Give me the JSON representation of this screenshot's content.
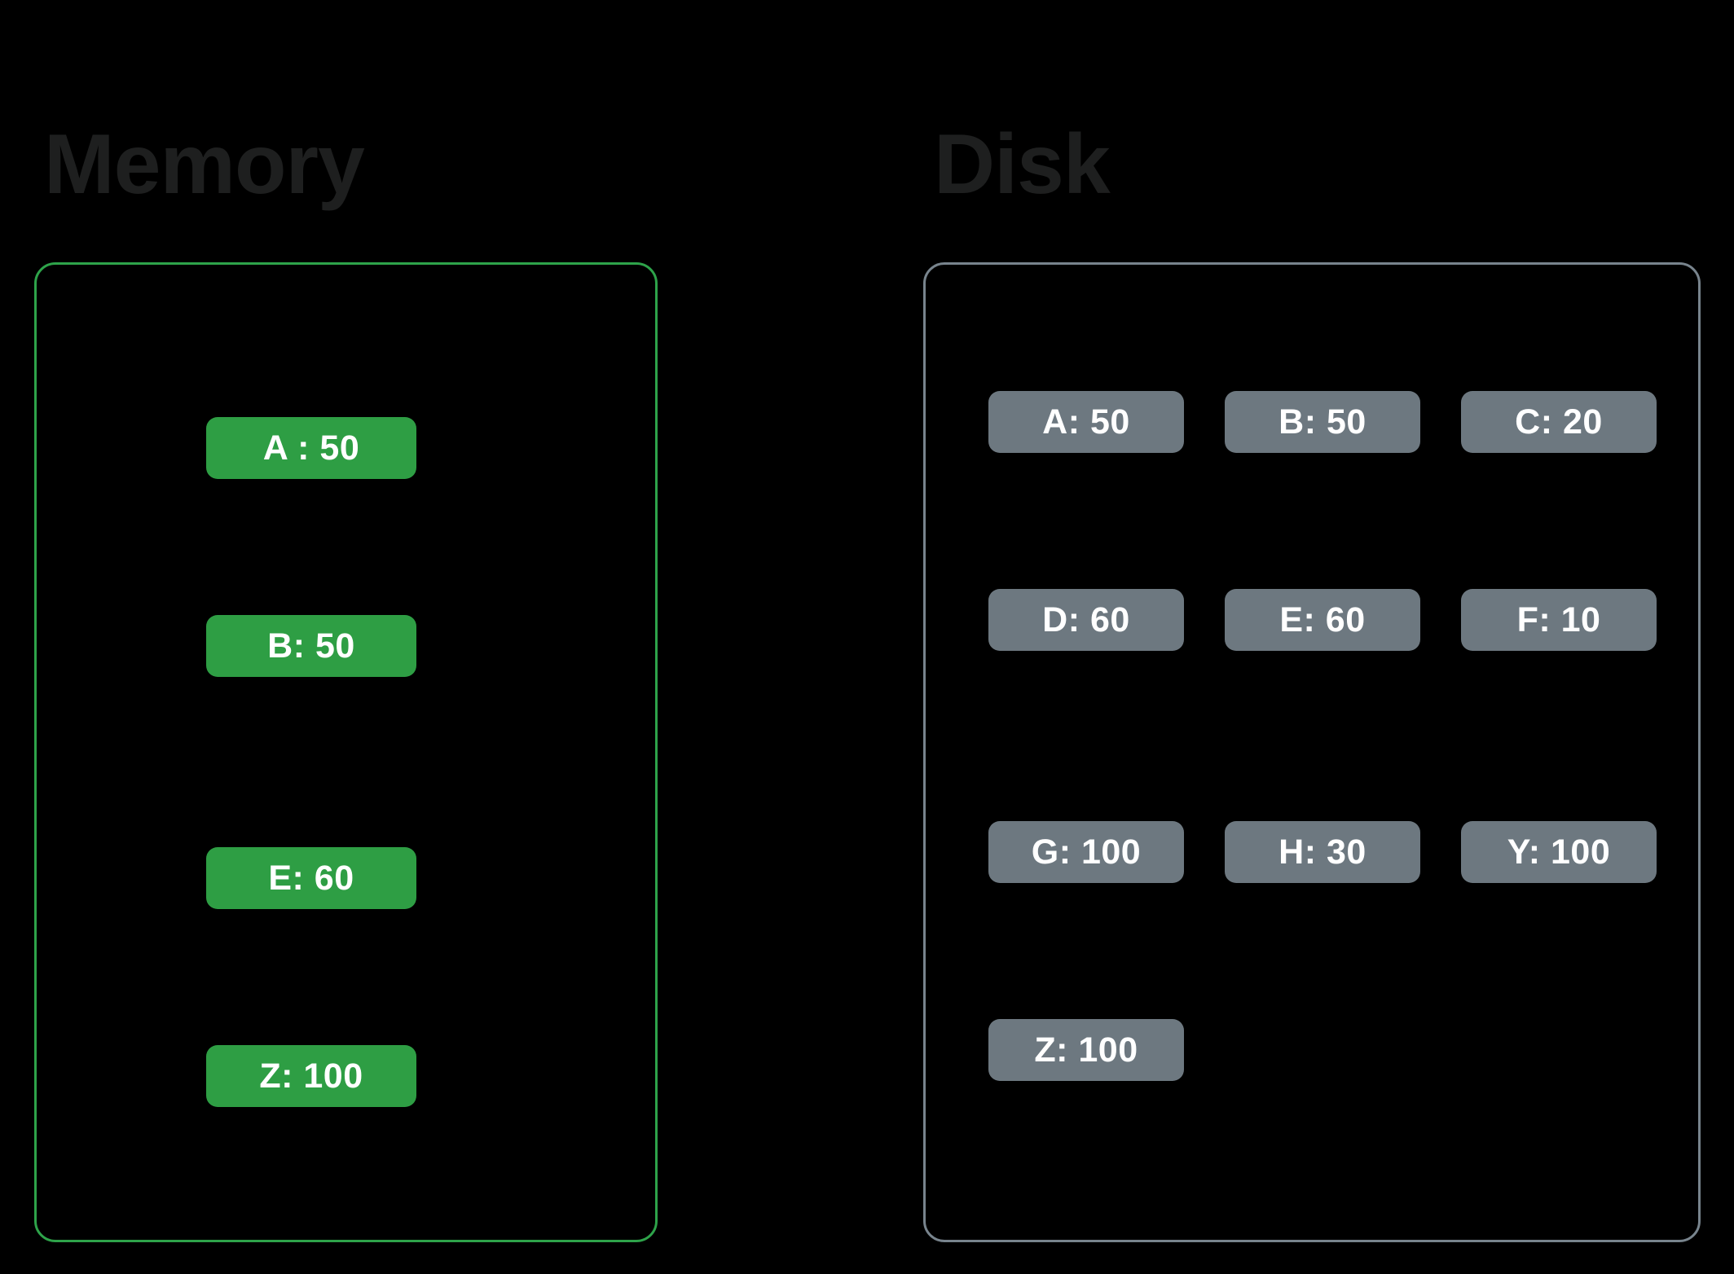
{
  "colors": {
    "background": "#000000",
    "title_text": "#1e1f1f",
    "memory_border": "#2ea34a",
    "memory_pill": "#2e9e44",
    "disk_border": "#78848d",
    "disk_pill": "#6d7880",
    "pill_text": "#ffffff"
  },
  "memory": {
    "title": "Memory",
    "rows": [
      {
        "items": [
          {
            "label": "A : 50",
            "key": "A",
            "value": 50
          }
        ]
      },
      {
        "items": [
          {
            "label": "B: 50",
            "key": "B",
            "value": 50
          }
        ]
      },
      {
        "items": [
          {
            "label": "E: 60",
            "key": "E",
            "value": 60
          }
        ]
      },
      {
        "items": [
          {
            "label": "Z: 100",
            "key": "Z",
            "value": 100
          }
        ]
      }
    ]
  },
  "disk": {
    "title": "Disk",
    "rows": [
      {
        "items": [
          {
            "label": "A: 50",
            "key": "A",
            "value": 50
          },
          {
            "label": "B: 50",
            "key": "B",
            "value": 50
          },
          {
            "label": "C: 20",
            "key": "C",
            "value": 20
          }
        ]
      },
      {
        "items": [
          {
            "label": "D: 60",
            "key": "D",
            "value": 60
          },
          {
            "label": "E: 60",
            "key": "E",
            "value": 60
          },
          {
            "label": "F: 10",
            "key": "F",
            "value": 10
          }
        ]
      },
      {
        "items": [
          {
            "label": "G: 100",
            "key": "G",
            "value": 100
          },
          {
            "label": "H: 30",
            "key": "H",
            "value": 30
          },
          {
            "label": "Y: 100",
            "key": "Y",
            "value": 100
          }
        ]
      },
      {
        "items": [
          {
            "label": "Z: 100",
            "key": "Z",
            "value": 100
          }
        ]
      }
    ]
  }
}
